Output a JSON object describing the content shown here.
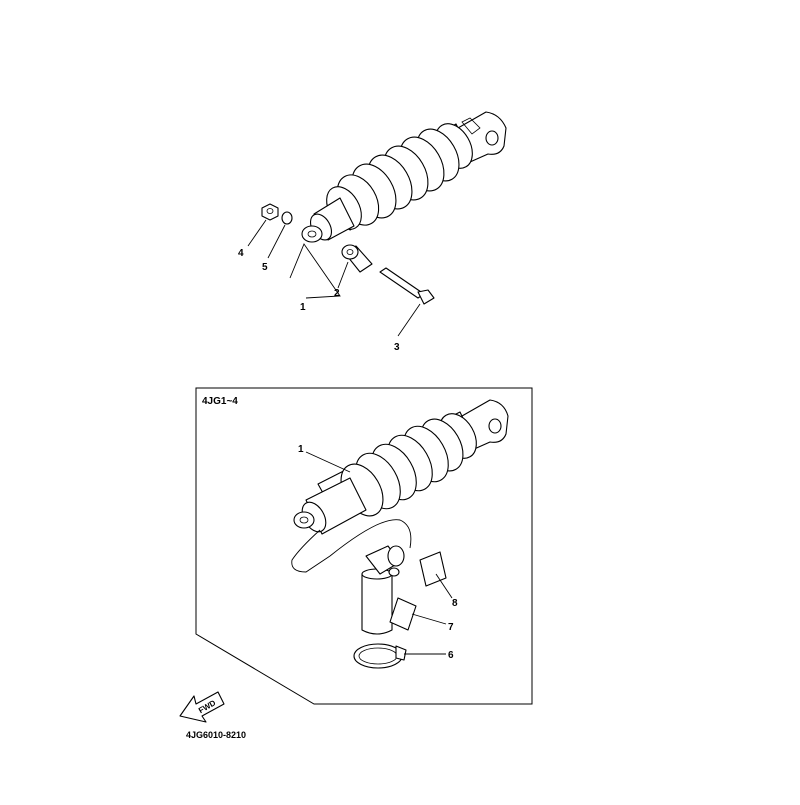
{
  "callouts": {
    "top_1": "1",
    "top_2": "2",
    "top_3": "3",
    "top_4": "4",
    "top_5": "5",
    "box_1": "1",
    "box_6": "6",
    "box_7": "7",
    "box_8": "8"
  },
  "variant_box": {
    "label": "4JG1~4"
  },
  "fwd_arrow": {
    "label": "FWD"
  },
  "diagram_code": "4JG6010-8210"
}
